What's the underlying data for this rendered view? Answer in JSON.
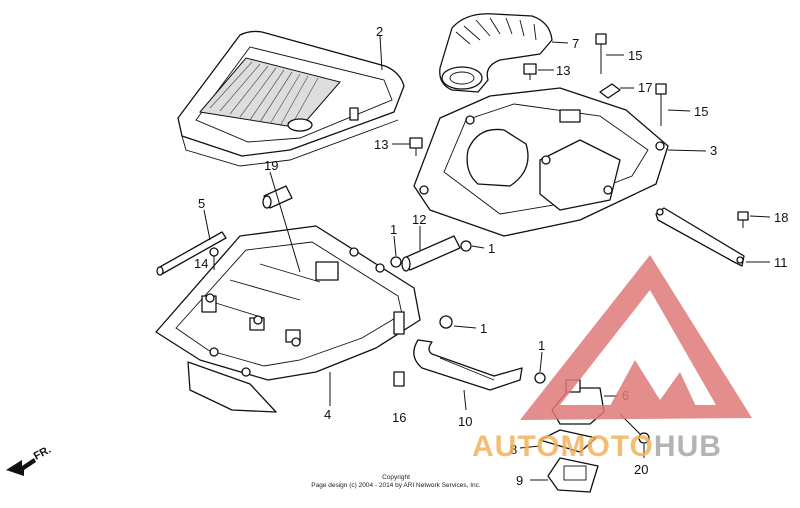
{
  "callouts": {
    "c1a": "1",
    "c1b": "1",
    "c1c": "1",
    "c1d": "1",
    "c2": "2",
    "c3": "3",
    "c4": "4",
    "c5": "5",
    "c6": "6",
    "c7": "7",
    "c8": "8",
    "c9": "9",
    "c10": "10",
    "c11": "11",
    "c12": "12",
    "c13a": "13",
    "c13b": "13",
    "c14": "14",
    "c15a": "15",
    "c15b": "15",
    "c16": "16",
    "c17": "17",
    "c18": "18",
    "c19": "19",
    "c20": "20"
  },
  "copyright": {
    "line1": "Copyright",
    "line2": "Page design (c) 2004 - 2014 by ARI Network Services, Inc."
  },
  "front_marker": "FR.",
  "watermark": {
    "part_a": "AUTOMOTO",
    "part_b": "HUB",
    "color_a": "#f2b25c",
    "color_b": "#a8a8a8",
    "mark_color": "#e07a7a"
  }
}
